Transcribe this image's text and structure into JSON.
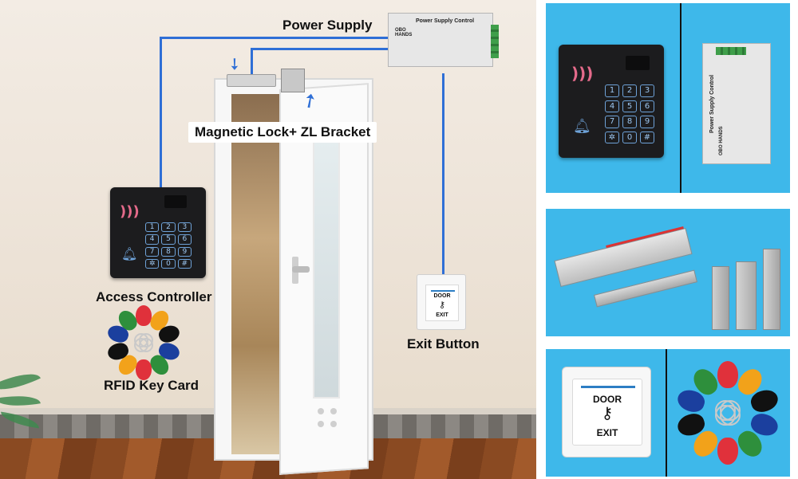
{
  "scene": {
    "labels": {
      "power_supply": "Power Supply",
      "magnetic_lock": "Magnetic Lock+ ZL Bracket",
      "access_controller": "Access Controller",
      "rfid_key_card": "RFID Key Card",
      "exit_button": "Exit Button"
    },
    "psu": {
      "title": "Power Supply Control",
      "logo": "OBO HANDS"
    },
    "keypad": {
      "keys": [
        "1",
        "2",
        "3",
        "4",
        "5",
        "6",
        "7",
        "8",
        "9",
        "✲",
        "0",
        "#"
      ]
    },
    "exit_button": {
      "top_text": "DOOR",
      "bottom_text": "EXIT",
      "key_glyph": "⚷"
    }
  },
  "panels": {
    "keypad_psu": {
      "psu_title": "Power Supply Control",
      "psu_logo": "OBO HANDS"
    },
    "exit_fobs": {
      "exit_top_text": "DOOR",
      "exit_bottom_text": "EXIT"
    }
  },
  "colors": {
    "wire": "#2f6fd6",
    "panel_bg": "#3eb8ea",
    "keypad_glow": "#6ea2d8",
    "fob_colors": [
      "#e0313b",
      "#f2a21a",
      "#111111",
      "#1b3f9e",
      "#2e8f3c",
      "#e0313b",
      "#f2a21a",
      "#111111",
      "#1b3f9e",
      "#2e8f3c"
    ]
  }
}
